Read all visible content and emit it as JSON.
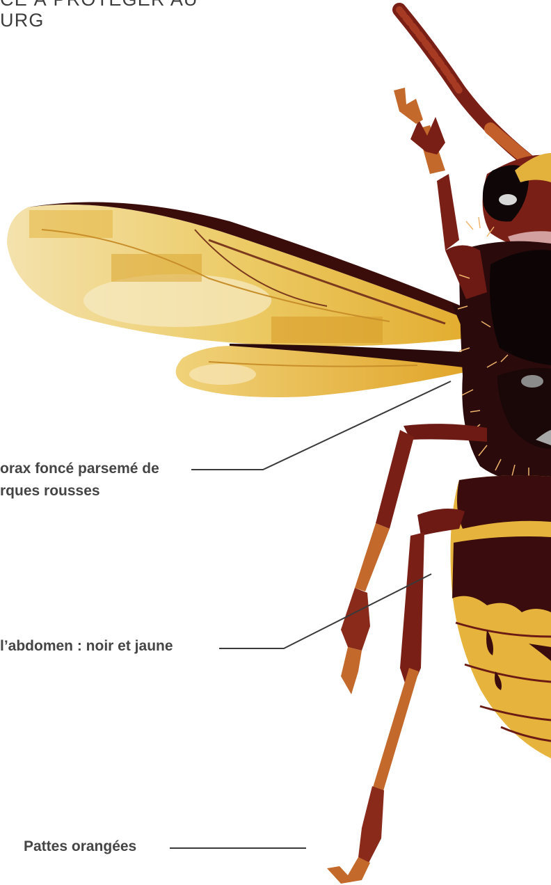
{
  "title": {
    "line1": "CE À PROTÉGER AU",
    "line2": "URG"
  },
  "labels": {
    "thorax_line1": "orax foncé parsemé de",
    "thorax_line2": "rques rousses",
    "abdomen": "l’abdomen : noir et jaune",
    "pattes": "Pattes orangées"
  },
  "colors": {
    "wing_gold": "#e9bf4f",
    "wing_light": "#f6e0a2",
    "body_dark": "#2b0a0b",
    "body_maroon": "#6e1a14",
    "leg_orange": "#c2692b",
    "abdomen_yellow": "#e6b43c",
    "leader_line": "#3a3a3a"
  }
}
